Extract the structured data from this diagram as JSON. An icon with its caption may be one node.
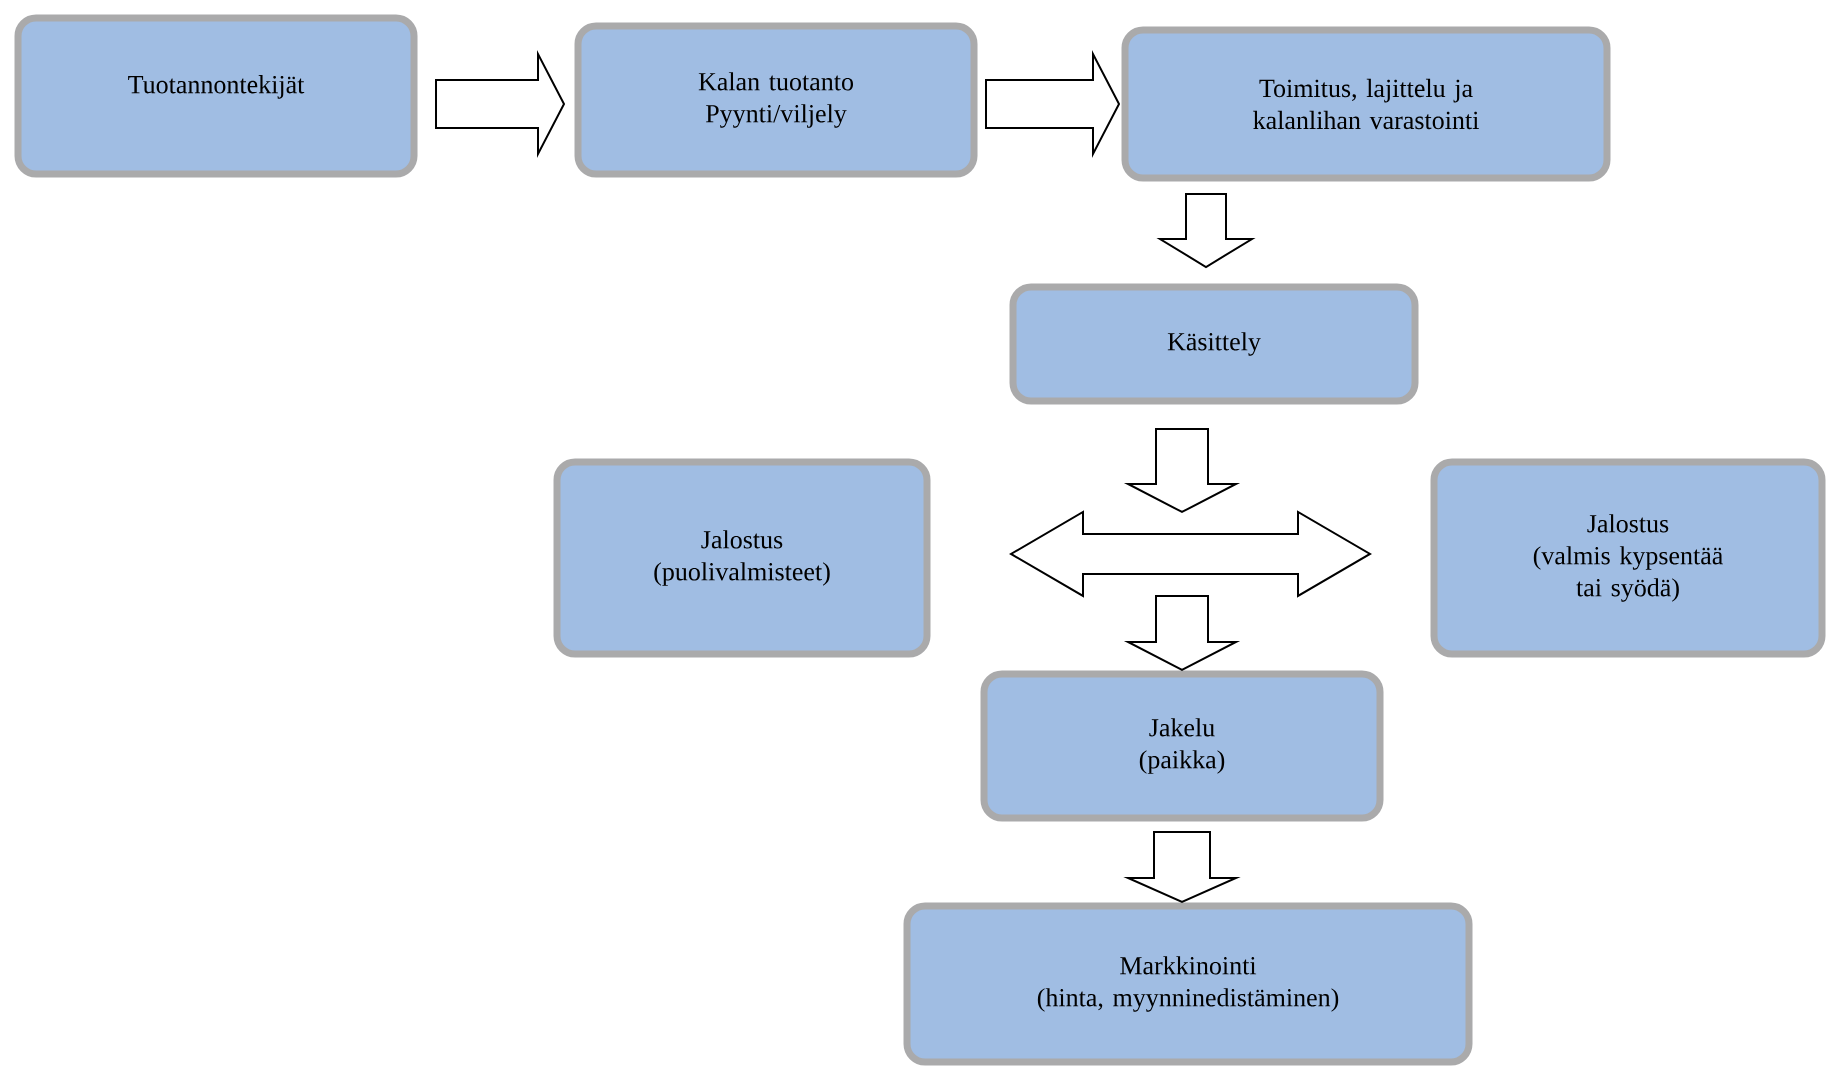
{
  "diagram": {
    "nodes": [
      {
        "text": [
          "Tuotannontekijät"
        ]
      },
      {
        "text": [
          "Kalan tuotanto",
          "Pyynti/viljely"
        ]
      },
      {
        "text": [
          "Toimitus, lajittelu ja kalanlihan varastointi"
        ]
      },
      {
        "text": [
          "Käsittely"
        ]
      },
      {
        "text": [
          "Jalostus",
          "(puolivalmisteet)"
        ]
      },
      {
        "text": [
          "Jalostus",
          "(valmis kypsentää tai syödä)"
        ]
      },
      {
        "text": [
          "Jakelu",
          "(paikka)"
        ]
      },
      {
        "text": [
          "Markkinointi",
          "(hinta, myynninedistäminen)"
        ]
      }
    ],
    "edges": [
      {
        "from": 0,
        "to": 1,
        "arrow": "to"
      },
      {
        "from": 1,
        "to": 2,
        "arrow": "to"
      },
      {
        "from": 2,
        "to": 3,
        "arrow": "to"
      },
      {
        "from": 3,
        "to": null,
        "arrow": "to"
      },
      {
        "from": 4,
        "to": 5,
        "arrow": "both"
      },
      {
        "from": null,
        "to": 6,
        "arrow": "to"
      },
      {
        "from": 6,
        "to": 7,
        "arrow": "to"
      }
    ]
  }
}
